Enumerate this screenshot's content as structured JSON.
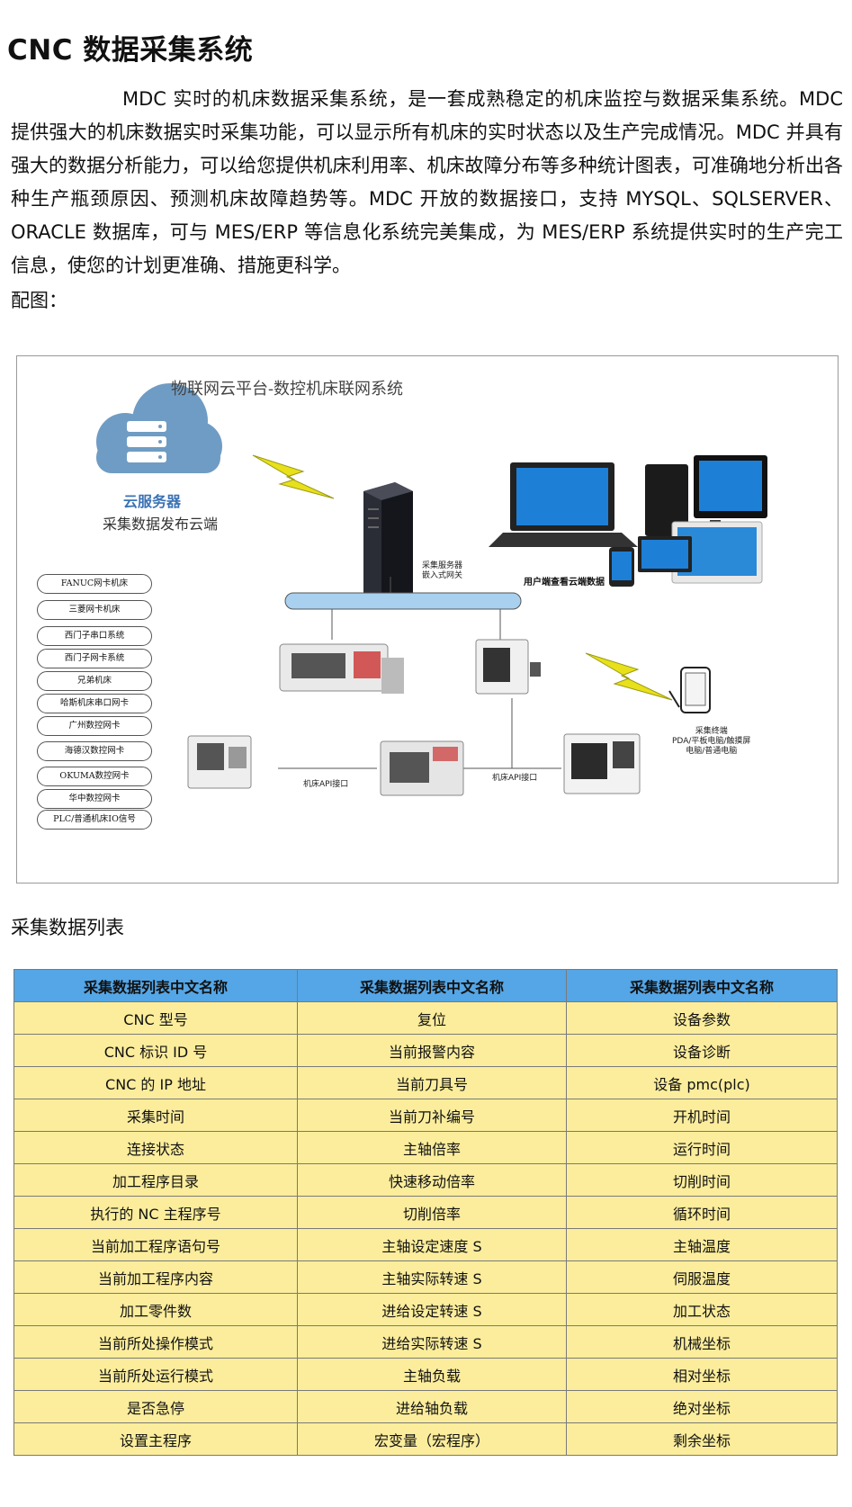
{
  "page": {
    "title": "CNC 数据采集系统",
    "paragraph": [
      "MDC 实时的机床数据采集系统，是一套成熟稳定的机床监控与数据采集系统。MDC 提供强大的机床数据实时采集功能，可以显示所有机床的实时状态以及生产完成情况。MDC 并具有强大的数据分析能力，可以给您提供机床利用率、机床故障分布等多种统计图表，可准确地分析出各种生产瓶颈原因、预测机床故障趋势等。MDC 开放的数据接口，支持 MYSQL、SQLSERVER、ORACLE 数据库，可与 MES/ERP 等信息化系统完美集成，为 MES/ERP 系统提供实时的生产完工信息，使您的计划更准确、措施更科学。"
    ],
    "caption": "配图："
  },
  "figure": {
    "title": "物联网云平台-数控机床联网系统",
    "cloud_label": "云服务器",
    "cloud_sub": "采集数据发布云端",
    "server_label_1": "采集服务器",
    "server_label_2": "嵌入式网关",
    "user_label": "用户端查看云端数据",
    "api_label_1": "机床API接口",
    "api_label_2": "机床API接口",
    "terminal_1": "采集终端",
    "terminal_2": "PDA/平板电脑/触摸屏",
    "terminal_3": "电脑/普通电脑",
    "controllers": [
      "FANUC网卡机床",
      "三菱网卡机床",
      "西门子串口系统",
      "西门子网卡系统",
      "兄弟机床",
      "哈斯机床串口网卡",
      "广州数控网卡",
      "海德汉数控网卡",
      "OKUMA数控网卡",
      "华中数控网卡",
      "PLC/普通机床IO信号"
    ],
    "colors": {
      "cloud": "#6f9cc4",
      "lightning": "#e8e01a",
      "bus": "#a9d0ef",
      "monitor": "#1e7fd6"
    }
  },
  "section_title": "采集数据列表",
  "table": {
    "headers": [
      "采集数据列表中文名称",
      "采集数据列表中文名称",
      "采集数据列表中文名称"
    ],
    "rows": [
      [
        "CNC 型号",
        "复位",
        "设备参数"
      ],
      [
        "CNC 标识 ID 号",
        "当前报警内容",
        "设备诊断"
      ],
      [
        "CNC 的 IP 地址",
        "当前刀具号",
        "设备 pmc(plc)"
      ],
      [
        "采集时间",
        "当前刀补编号",
        "开机时间"
      ],
      [
        "连接状态",
        "主轴倍率",
        "运行时间"
      ],
      [
        "加工程序目录",
        "快速移动倍率",
        "切削时间"
      ],
      [
        "执行的 NC 主程序号",
        "切削倍率",
        "循环时间"
      ],
      [
        "当前加工程序语句号",
        "主轴设定速度 S",
        "主轴温度"
      ],
      [
        "当前加工程序内容",
        "主轴实际转速 S",
        "伺服温度"
      ],
      [
        "加工零件数",
        "进给设定转速 S",
        "加工状态"
      ],
      [
        "当前所处操作模式",
        "进给实际转速 S",
        "机械坐标"
      ],
      [
        "当前所处运行模式",
        "主轴负载",
        "相对坐标"
      ],
      [
        "是否急停",
        "进给轴负载",
        "绝对坐标"
      ],
      [
        "设置主程序",
        "宏变量（宏程序）",
        "剩余坐标"
      ]
    ]
  }
}
